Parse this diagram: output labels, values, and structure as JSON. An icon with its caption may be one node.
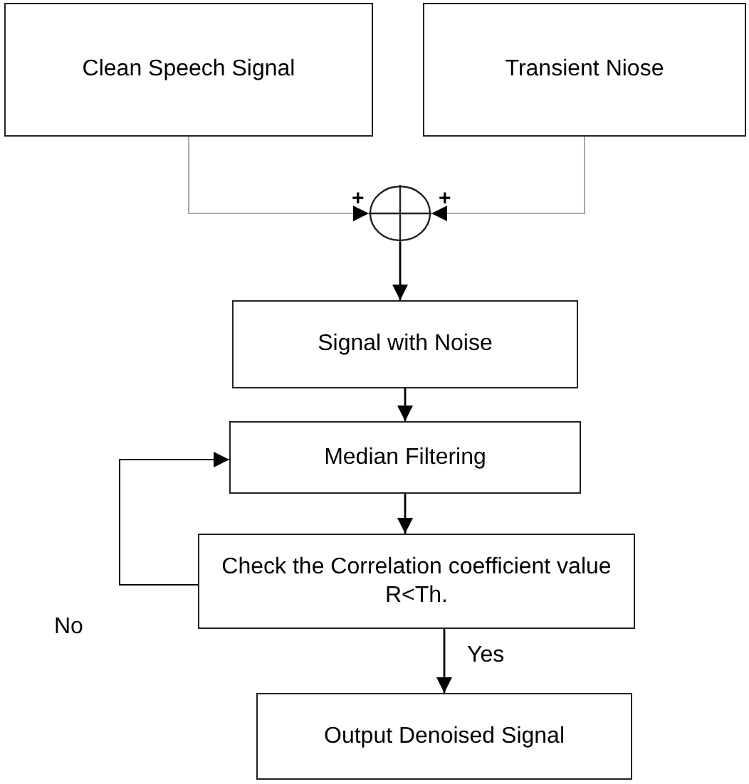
{
  "diagram": {
    "nodes": [
      {
        "text": [
          "Clean Speech Signal"
        ]
      },
      {
        "text": [
          "Transient Niose"
        ]
      },
      {
        "text": [],
        "shape": "circle"
      },
      {
        "text": [
          "Signal with Noise"
        ]
      },
      {
        "text": [
          "Median Filtering"
        ]
      },
      {
        "text": [
          "Check the Correlation coefficient value R<Th."
        ]
      },
      {
        "text": [
          "Output Denoised Signal"
        ]
      }
    ],
    "edges": [
      {
        "from": 0,
        "to": 2,
        "arrow": "to",
        "color": "#a6a6a6"
      },
      {
        "from": 1,
        "to": 2,
        "arrow": "to",
        "color": "#a6a6a6"
      },
      {
        "from": 2,
        "to": 3,
        "arrow": "to"
      },
      {
        "from": 3,
        "to": 4,
        "arrow": "to"
      },
      {
        "from": 4,
        "to": 5,
        "arrow": "to"
      },
      {
        "from": 5,
        "to": 6,
        "arrow": "to",
        "label": "Yes"
      },
      {
        "from": 5,
        "to": 4,
        "arrow": "to",
        "label": "No"
      }
    ],
    "labels": [
      "+",
      "+"
    ]
  }
}
